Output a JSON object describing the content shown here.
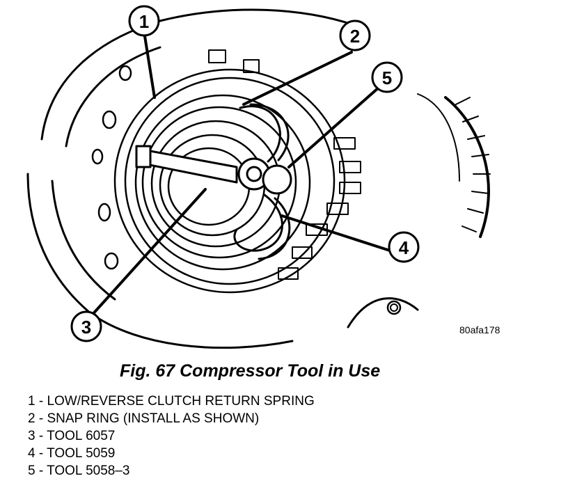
{
  "figure": {
    "art_code": "80afa178",
    "callouts": [
      "1",
      "2",
      "3",
      "4",
      "5"
    ]
  },
  "caption": "Fig. 67 Compressor Tool in Use",
  "legend": [
    "1 - LOW/REVERSE CLUTCH RETURN SPRING",
    "2 - SNAP RING (INSTALL AS SHOWN)",
    "3 - TOOL 6057",
    "4 - TOOL 5059",
    "5 - TOOL 5058–3"
  ]
}
